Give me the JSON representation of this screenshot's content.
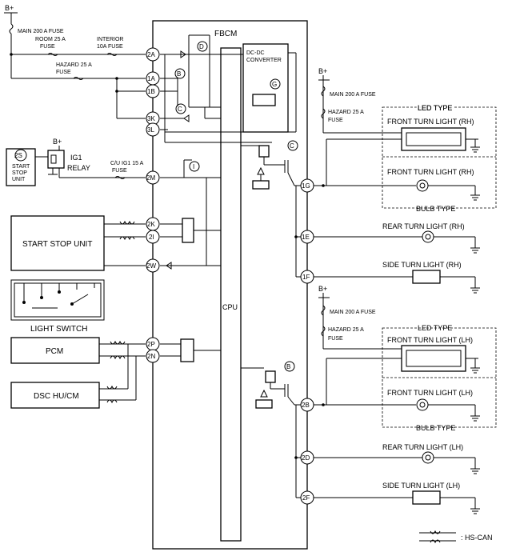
{
  "supply": {
    "bplus": "B+"
  },
  "fuses": {
    "main": "MAIN 200 A FUSE",
    "room1": "ROOM 25 A",
    "room2": "FUSE",
    "interior1": "INTERIOR",
    "interior2": "10A FUSE",
    "hazard1": "HAZARD 25 A",
    "hazard2": "FUSE",
    "cuig1": "C/U IG1 15 A",
    "cuig2": "FUSE"
  },
  "modules": {
    "fbcm": "FBCM",
    "cpu": "CPU",
    "dcdc1": "DC-DC",
    "dcdc2": "CONVERTER",
    "start_stop_unit": "START STOP UNIT",
    "light_switch": "LIGHT SWITCH",
    "pcm": "PCM",
    "dsc": "DSC HU/CM",
    "relay1": "IG1",
    "relay2": "RELAY",
    "ssu_small1": "START",
    "ssu_small2": "STOP",
    "ssu_small3": "UNIT",
    "ssu_pin": "2S"
  },
  "pins": [
    "2A",
    "1A",
    "1B",
    "3K",
    "3L",
    "2M",
    "2K",
    "2I",
    "2W",
    "2P",
    "2N",
    "1G",
    "1E",
    "1F",
    "2B",
    "2D",
    "2F"
  ],
  "markers": [
    "D",
    "B",
    "C",
    "G",
    "I",
    "C",
    "B"
  ],
  "lights": {
    "led_type": "LED TYPE",
    "bulb_type": "BULB TYPE",
    "front_rh": "FRONT TURN LIGHT (RH)",
    "rear_rh": "REAR TURN LIGHT (RH)",
    "side_rh": "SIDE TURN LIGHT (RH)",
    "front_lh": "FRONT TURN LIGHT (LH)",
    "rear_lh": "REAR TURN LIGHT (LH)",
    "side_lh": "SIDE TURN LIGHT (LH)"
  },
  "legend": {
    "hscan": ": HS-CAN"
  }
}
